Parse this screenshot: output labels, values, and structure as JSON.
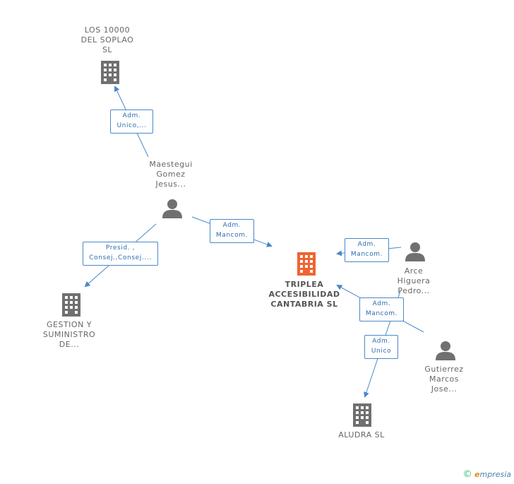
{
  "colors": {
    "company": "#707070",
    "focus": "#f06432",
    "person": "#707070",
    "edge": "#4a88c8"
  },
  "nodes": {
    "soplao": {
      "line1": "LOS 10000",
      "line2": "DEL SOPLAO",
      "line3": "SL"
    },
    "maestegui": {
      "line1": "Maestegui",
      "line2": "Gomez",
      "line3": "Jesus..."
    },
    "gestion": {
      "line1": "GESTION Y",
      "line2": "SUMINISTRO",
      "line3": "DE..."
    },
    "triplea": {
      "line1": "TRIPLEA",
      "line2": "ACCESIBILIDAD",
      "line3": "CANTABRIA SL"
    },
    "arce": {
      "line1": "Arce",
      "line2": "Higuera",
      "line3": "Pedro..."
    },
    "gutierrez": {
      "line1": "Gutierrez",
      "line2": "Marcos",
      "line3": "Jose..."
    },
    "aludra": {
      "line1": "ALUDRA SL"
    }
  },
  "roles": {
    "maestegui_soplao": {
      "line1": "Adm.",
      "line2": "Unico,..."
    },
    "maestegui_gestion": {
      "line1": "Presid. ,",
      "line2": "Consej.,Consej...."
    },
    "maestegui_triplea": {
      "line1": "Adm.",
      "line2": "Mancom."
    },
    "arce_triplea": {
      "line1": "Adm.",
      "line2": "Mancom."
    },
    "gutierrez_triplea": {
      "line1": "Adm.",
      "line2": "Mancom."
    },
    "arce_aludra": {
      "line1": "Adm.",
      "line2": "Unico"
    }
  },
  "brand": {
    "copyright": "©",
    "e": "e",
    "rest": "mpresia"
  }
}
